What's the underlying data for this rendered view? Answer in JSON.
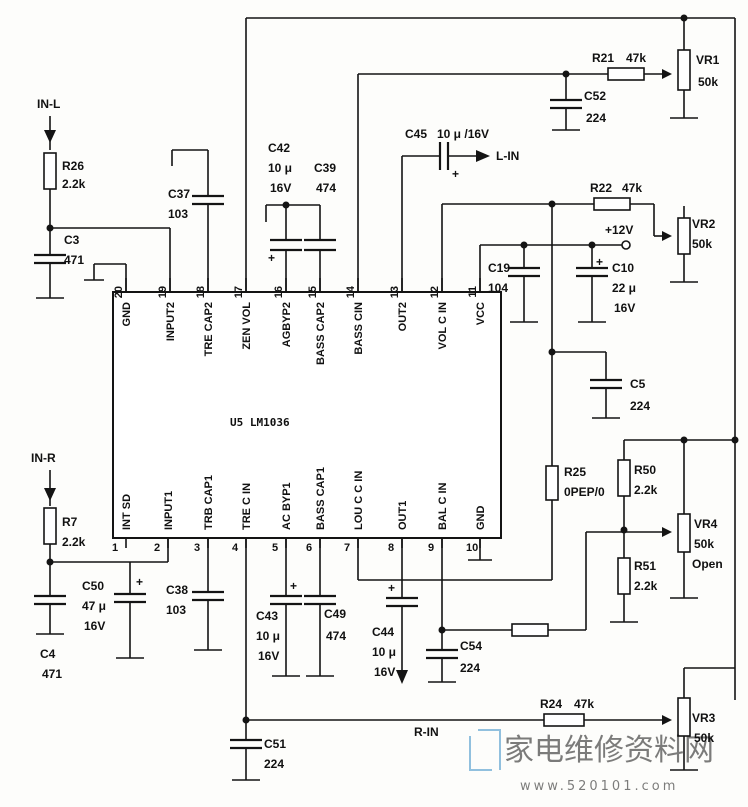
{
  "inputs": {
    "in_l": "IN-L",
    "in_r": "IN-R",
    "l_in": "L-IN",
    "r_in": "R-IN"
  },
  "supply": "+12V",
  "ic": {
    "name": "U5 LM1036",
    "top_pins": [
      {
        "num": "20",
        "name": "GND"
      },
      {
        "num": "19",
        "name": "INPUT2"
      },
      {
        "num": "18",
        "name": "TRE CAP2"
      },
      {
        "num": "17",
        "name": "ZEN VOL"
      },
      {
        "num": "16",
        "name": "AGBYP2"
      },
      {
        "num": "15",
        "name": "BASS CAP2"
      },
      {
        "num": "14",
        "name": "BASS CIN"
      },
      {
        "num": "13",
        "name": "OUT2"
      },
      {
        "num": "12",
        "name": "VOL C IN"
      },
      {
        "num": "11",
        "name": "VCC"
      }
    ],
    "bottom_pins": [
      {
        "num": "1",
        "name": "INT SD"
      },
      {
        "num": "2",
        "name": "INPUT1"
      },
      {
        "num": "3",
        "name": "TRB CAP1"
      },
      {
        "num": "4",
        "name": "TRE C IN"
      },
      {
        "num": "5",
        "name": "AC BYP1"
      },
      {
        "num": "6",
        "name": "BASS CAP1"
      },
      {
        "num": "7",
        "name": "LOU C C IN"
      },
      {
        "num": "8",
        "name": "OUT1"
      },
      {
        "num": "9",
        "name": "BAL C IN"
      },
      {
        "num": "10",
        "name": "GND"
      }
    ]
  },
  "parts": {
    "r26": {
      "ref": "R26",
      "val": "2.2k"
    },
    "c3": {
      "ref": "C3",
      "val": "471"
    },
    "c37": {
      "ref": "C37",
      "val": "103"
    },
    "c42": {
      "ref": "C42",
      "val1": "10 μ",
      "val2": "16V"
    },
    "c39": {
      "ref": "C39",
      "val": "474"
    },
    "c45": {
      "ref": "C45",
      "val": "10 μ /16V"
    },
    "r21": {
      "ref": "R21",
      "val": "47k"
    },
    "c52": {
      "ref": "C52",
      "val": "224"
    },
    "vr1": {
      "ref": "VR1",
      "val": "50k"
    },
    "r22": {
      "ref": "R22",
      "val": "47k"
    },
    "vr2": {
      "ref": "VR2",
      "val": "50k"
    },
    "c19": {
      "ref": "C19",
      "val": "104"
    },
    "c10": {
      "ref": "C10",
      "val1": "22 μ",
      "val2": "16V"
    },
    "c5": {
      "ref": "C5",
      "val": "224"
    },
    "r7": {
      "ref": "R7",
      "val": "2.2k"
    },
    "c4": {
      "ref": "C4",
      "val": "471"
    },
    "c50": {
      "ref": "C50",
      "val1": "47 μ",
      "val2": "16V"
    },
    "c38": {
      "ref": "C38",
      "val": "103"
    },
    "c43": {
      "ref": "C43",
      "val1": "10 μ",
      "val2": "16V"
    },
    "c49": {
      "ref": "C49",
      "val": "474"
    },
    "c44": {
      "ref": "C44",
      "val1": "10 μ",
      "val2": "16V"
    },
    "c54": {
      "ref": "C54",
      "val": "224"
    },
    "r25": {
      "ref": "R25",
      "val": "0PEP/0"
    },
    "r50": {
      "ref": "R50",
      "val": "2.2k"
    },
    "r51": {
      "ref": "R51",
      "val": "2.2k"
    },
    "vr4": {
      "ref": "VR4",
      "val1": "50k",
      "val2": "Open"
    },
    "r24": {
      "ref": "R24",
      "val": "47k"
    },
    "vr3": {
      "ref": "VR3",
      "val": "50k"
    },
    "c51": {
      "ref": "C51",
      "val": "224"
    }
  },
  "watermark": {
    "text": "家电维修资料网",
    "url": "www.520101.com"
  }
}
